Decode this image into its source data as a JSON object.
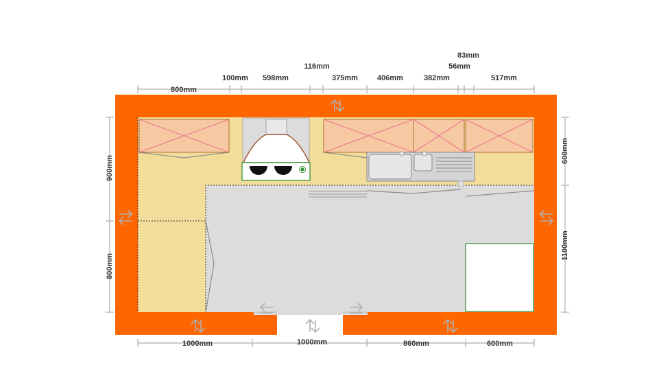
{
  "dimensions": {
    "top": [
      "800mm",
      "100mm",
      "598mm",
      "116mm",
      "375mm",
      "406mm",
      "382mm",
      "56mm",
      "83mm",
      "517mm"
    ],
    "bottom": [
      "1000mm",
      "1000mm",
      "860mm",
      "600mm"
    ],
    "left": [
      "900mm",
      "800mm"
    ],
    "right": [
      "600mm",
      "1100mm"
    ]
  },
  "colors": {
    "wall": "#ff6600",
    "worktop": "#f3dd9b",
    "wall_cabinet": "#f7c9a3",
    "floor": "#dcdcdc",
    "appliance_outline": "#2c8a2c"
  },
  "icons": {
    "hood": "cooker-hood-icon",
    "hob": "hob-icon",
    "sink": "double-sink-icon",
    "arrows": "wall-arrow-icon"
  }
}
